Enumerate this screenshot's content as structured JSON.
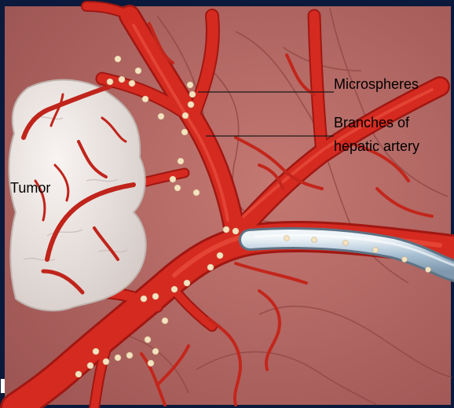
{
  "labels": {
    "microspheres": "Microspheres",
    "branches_line1": "Branches of",
    "branches_line2": "hepatic artery",
    "tumor": "Tumor"
  },
  "colors": {
    "frame": "#0b1a3c",
    "tissue": "#b96763",
    "tissue_dark": "#9a4b4a",
    "artery": "#d52a20",
    "artery_dark": "#a01712",
    "tumor": "#ece6e3",
    "catheter": "#a6bfd2",
    "microsphere": "#f4e3c0"
  }
}
